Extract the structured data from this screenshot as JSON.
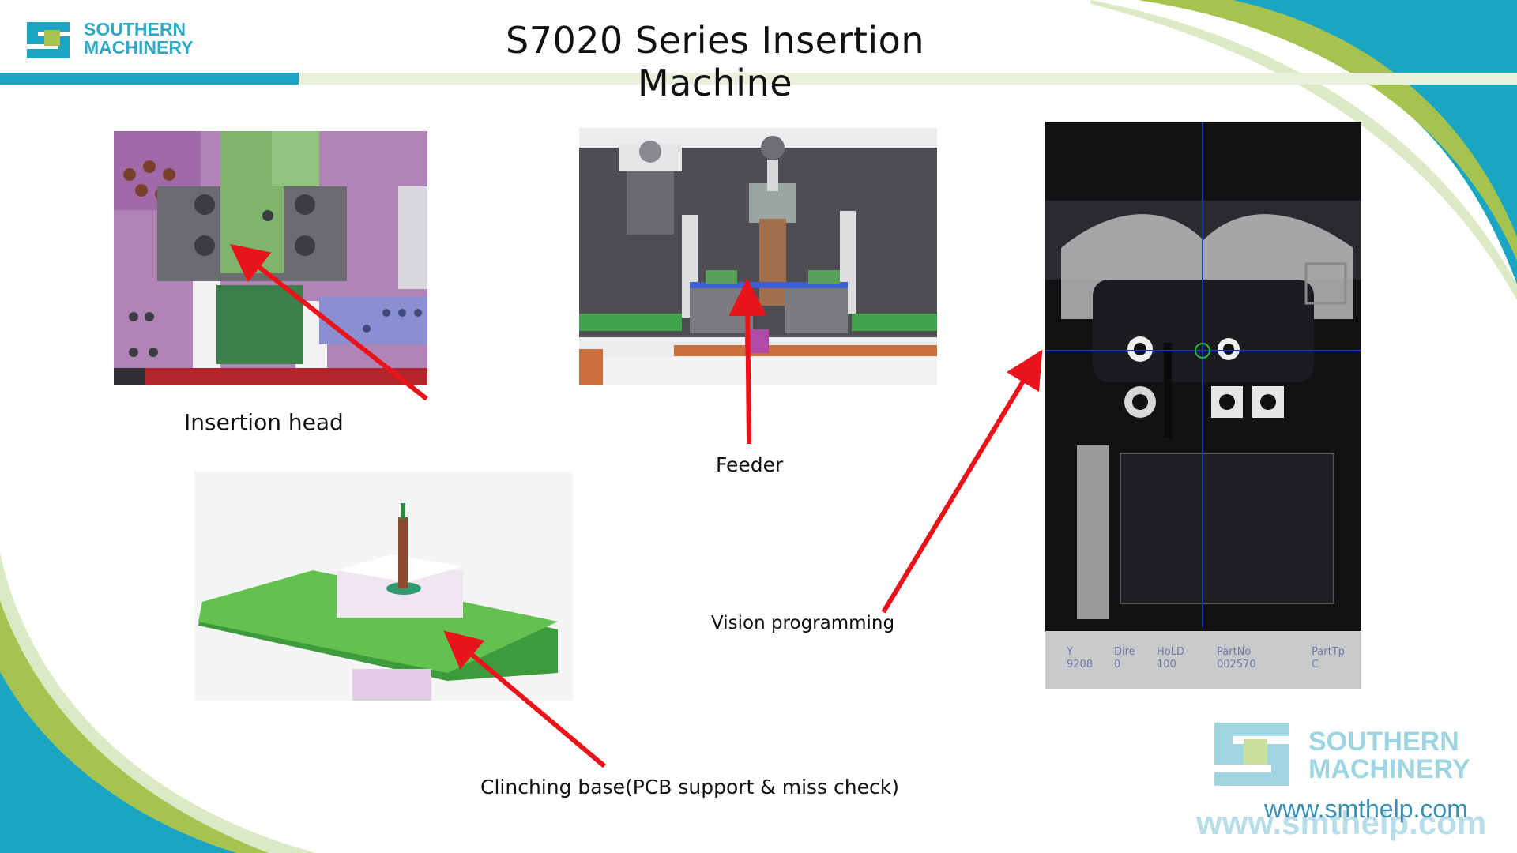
{
  "title": "S7020 Series Insertion Machine",
  "brand": {
    "name_line1": "SOUTHERN",
    "name_line2": "MACHINERY",
    "website": "www.smthelp.com",
    "colors": {
      "primary": "#2eaac7",
      "secondary": "#9fd5e0",
      "accent_green": "#a6c34f"
    }
  },
  "images": [
    {
      "id": "insertion-head",
      "caption": "Insertion head",
      "icon": "cad-rendering"
    },
    {
      "id": "feeder",
      "caption": "Feeder",
      "icon": "cad-rendering"
    },
    {
      "id": "clinching-base",
      "caption": "Clinching base(PCB support & miss check)",
      "icon": "cad-rendering"
    },
    {
      "id": "vision-programming",
      "caption": "Vision programming",
      "icon": "camera-image"
    }
  ],
  "vision_readout": {
    "columns": [
      {
        "label": "Y",
        "value": "9208"
      },
      {
        "label": "Dire",
        "value": "0"
      },
      {
        "label": "HoLD",
        "value": "100"
      },
      {
        "label": "PartNo",
        "value": "002570"
      },
      {
        "label": "PartTp",
        "value": "C"
      }
    ]
  },
  "arrow_color": "#e8141a"
}
